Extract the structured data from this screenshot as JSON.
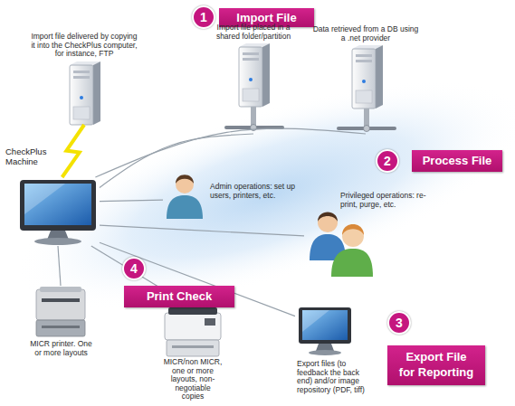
{
  "diagram": {
    "nodes": [
      {
        "text": [
          "1",
          "Import File"
        ]
      },
      {
        "text": [
          "Import file delivered by copying it into the CheckPlus computer, for instance, FTP"
        ]
      },
      {
        "text": [
          "Import file placed in a shared folder/partition"
        ]
      },
      {
        "text": [
          "Data retrieved from a DB using a .net provider"
        ]
      },
      {
        "text": [
          "CheckPlus Machine"
        ]
      },
      {
        "text": [
          "2",
          "Process File"
        ]
      },
      {
        "text": [
          "Admin operations: set up users, printers, etc."
        ]
      },
      {
        "text": [
          "Privileged operations: re-print, purge, etc."
        ]
      },
      {
        "text": [
          "4",
          "Print Check"
        ]
      },
      {
        "text": [
          "MICR printer. One or more layouts"
        ]
      },
      {
        "text": [
          "3",
          "Export File for Reporting"
        ]
      },
      {
        "text": [
          "MICR/non MICR, one or more layouts, non-negotiable copies"
        ]
      },
      {
        "text": [
          "Export files (to feedback the back end) and/or image repository (PDF, tiff)"
        ]
      }
    ],
    "edges": [
      {
        "from": 4,
        "to": 1,
        "arrow": "none"
      },
      {
        "from": 4,
        "to": 2,
        "arrow": "none"
      },
      {
        "from": 4,
        "to": 3,
        "arrow": "none"
      },
      {
        "from": 4,
        "to": 6,
        "arrow": "none"
      },
      {
        "from": 4,
        "to": 7,
        "arrow": "none"
      },
      {
        "from": 4,
        "to": 9,
        "arrow": "none"
      },
      {
        "from": 4,
        "to": 11,
        "arrow": "none"
      },
      {
        "from": 4,
        "to": 12,
        "arrow": "none"
      }
    ]
  }
}
